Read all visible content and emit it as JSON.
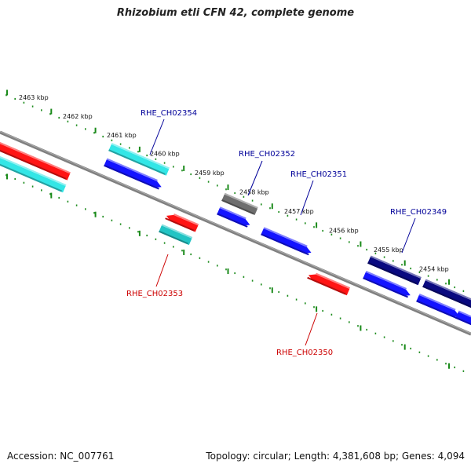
{
  "title": "Rhizobium etli CFN 42, complete genome",
  "footer": {
    "accession": "Accession: NC_007761",
    "summary": "Topology: circular; Length: 4,381,608 bp; Genes: 4,094"
  },
  "colors": {
    "backbone": "#808080",
    "ticks": "#1a8a1a",
    "label_forward": "#000099",
    "label_reverse": "#cc0000",
    "red": "#ff1414",
    "cyan": "#33e6e6",
    "teal": "#22c4c4",
    "blue": "#1414ff",
    "navy": "#0a0a80",
    "gray": "#6e6e6e"
  },
  "kbp_labels": [
    "2463 kbp",
    "2462 kbp",
    "2461 kbp",
    "2460 kbp",
    "2459 kbp",
    "2458 kbp",
    "2457 kbp",
    "2456 kbp",
    "2455 kbp",
    "2454 kbp"
  ],
  "gene_labels": [
    {
      "text": "RHE_CH02354",
      "strand": "forward"
    },
    {
      "text": "RHE_CH02352",
      "strand": "forward"
    },
    {
      "text": "RHE_CH02351",
      "strand": "forward"
    },
    {
      "text": "RHE_CH02349",
      "strand": "forward"
    },
    {
      "text": "RHE_CH02353",
      "strand": "reverse"
    },
    {
      "text": "RHE_CH02350",
      "strand": "reverse"
    }
  ]
}
